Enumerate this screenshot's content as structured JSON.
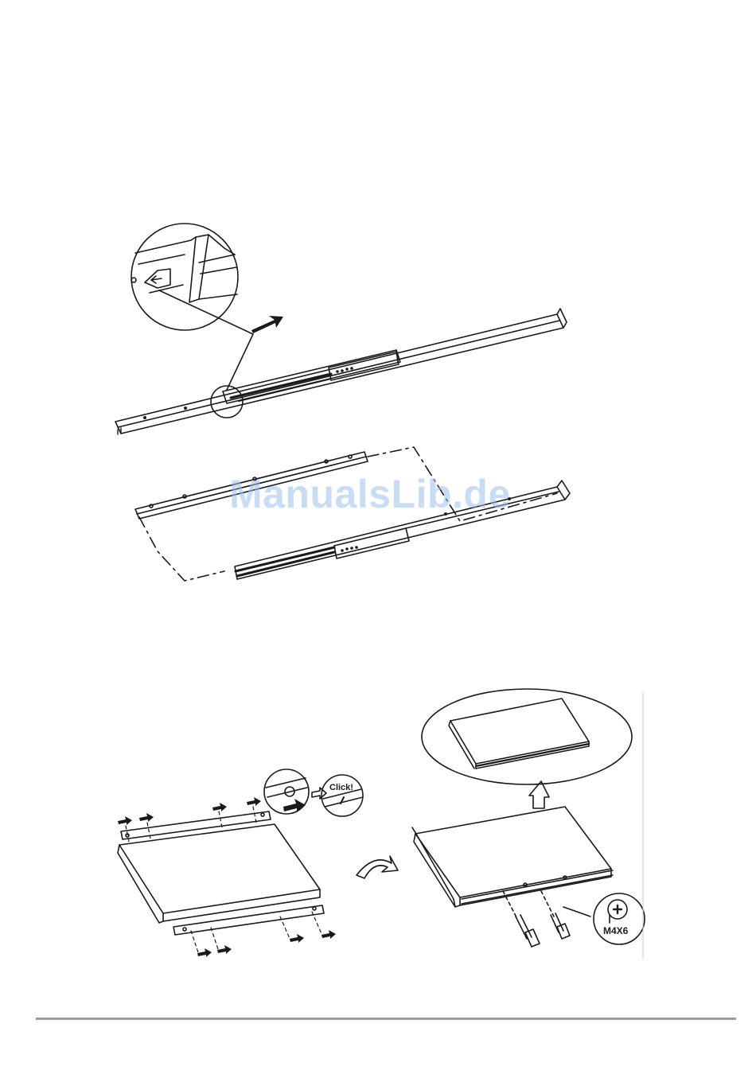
{
  "watermark": {
    "text": "ManualsLib.de"
  },
  "figure_rail": {
    "detail_callout": "release-tab-magnifier",
    "parts": [
      "full-slide-rail",
      "inner-rail",
      "outer-rail"
    ]
  },
  "figure_mount": {
    "click_label": "Click!",
    "screw_label": "M4X6",
    "icons": [
      "arrow-icon",
      "curved-arrow-icon",
      "screwdriver-icon",
      "screw-icon"
    ]
  },
  "colors": {
    "line": "#1a1a1a",
    "watermark": "#9ec0ec",
    "rule": "#9a9a9a"
  }
}
